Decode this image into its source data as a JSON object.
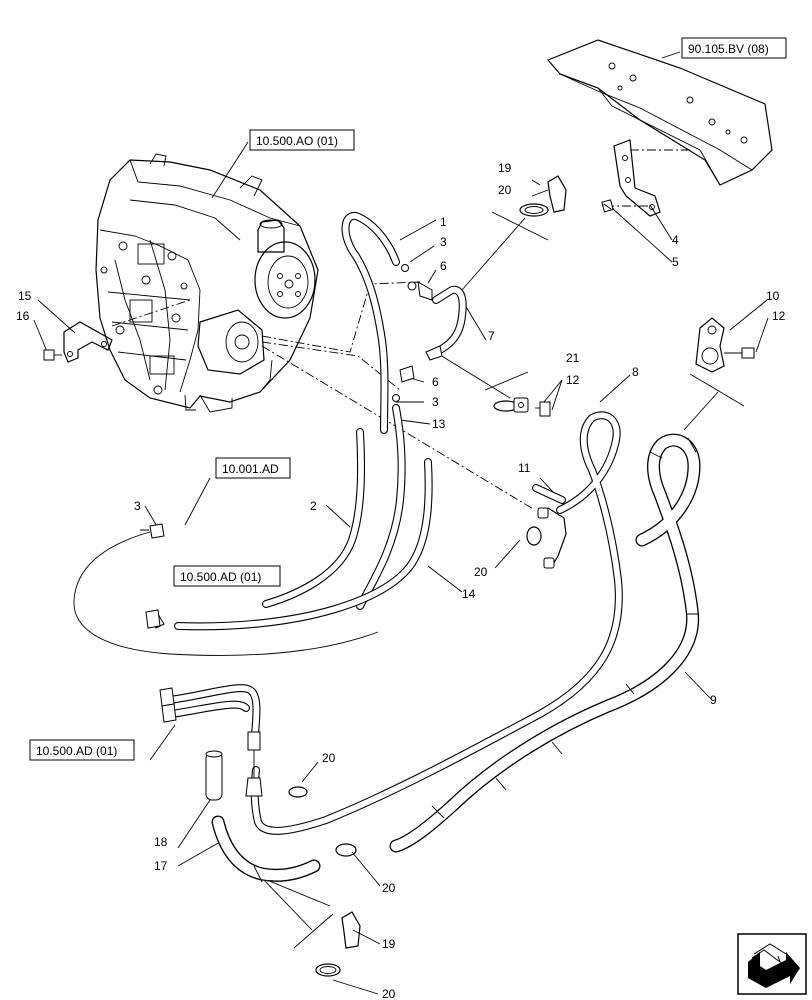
{
  "references": [
    {
      "id": "ref-90-105-bv",
      "text": "90.105.BV (08)"
    },
    {
      "id": "ref-10-500-ao",
      "text": "10.500.AO (01)"
    },
    {
      "id": "ref-10-001-ad",
      "text": "10.001.AD"
    },
    {
      "id": "ref-10-500-ad-upper",
      "text": "10.500.AD (01)"
    },
    {
      "id": "ref-10-500-ad-lower",
      "text": "10.500.AD (01)"
    }
  ],
  "callouts": [
    "1",
    "2",
    "3",
    "3",
    "3",
    "4",
    "5",
    "6",
    "6",
    "7",
    "8",
    "9",
    "10",
    "11",
    "12",
    "12",
    "13",
    "14",
    "15",
    "16",
    "17",
    "18",
    "19",
    "19",
    "20",
    "20",
    "20",
    "20",
    "20",
    "21"
  ],
  "colors": {
    "line": "#000000",
    "background": "#ffffff"
  },
  "nav_icon": "next-page-arrow-icon"
}
